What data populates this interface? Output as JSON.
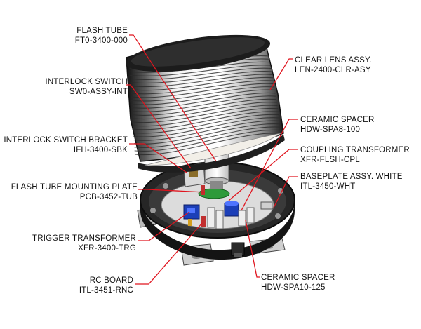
{
  "callouts": [
    {
      "id": "flash-tube",
      "name": "FLASH TUBE",
      "part": "FT0-3400-000"
    },
    {
      "id": "interlock-switch",
      "name": "INTERLOCK SWITCH",
      "part": "SW0-ASSY-INT"
    },
    {
      "id": "interlock-switch-bracket",
      "name": "INTERLOCK SWITCH BRACKET",
      "part": "IFH-3400-SBK"
    },
    {
      "id": "flash-tube-mounting-plate",
      "name": "FLASH TUBE MOUNTING PLATE",
      "part": "PCB-3452-TUB"
    },
    {
      "id": "trigger-transformer",
      "name": "TRIGGER TRANSFORMER",
      "part": "XFR-3400-TRG"
    },
    {
      "id": "rc-board",
      "name": "RC BOARD",
      "part": "ITL-3451-RNC"
    },
    {
      "id": "clear-lens-assy",
      "name": "CLEAR LENS ASSY.",
      "part": "LEN-2400-CLR-ASY"
    },
    {
      "id": "ceramic-spacer-8",
      "name": "CERAMIC SPACER",
      "part": "HDW-SPA8-100"
    },
    {
      "id": "coupling-transformer",
      "name": "COUPLING TRANSFORMER",
      "part": "XFR-FLSH-CPL"
    },
    {
      "id": "baseplate-assy",
      "name": "BASEPLATE ASSY. WHITE",
      "part": "ITL-3450-WHT"
    },
    {
      "id": "ceramic-spacer-10",
      "name": "CERAMIC SPACER",
      "part": "HDW-SPA10-125"
    }
  ],
  "colors": {
    "leader": "#e0141e",
    "base": "#1e1e1e",
    "lens_rim": "#2a2a2a",
    "bracket": "#bfbfbf"
  }
}
